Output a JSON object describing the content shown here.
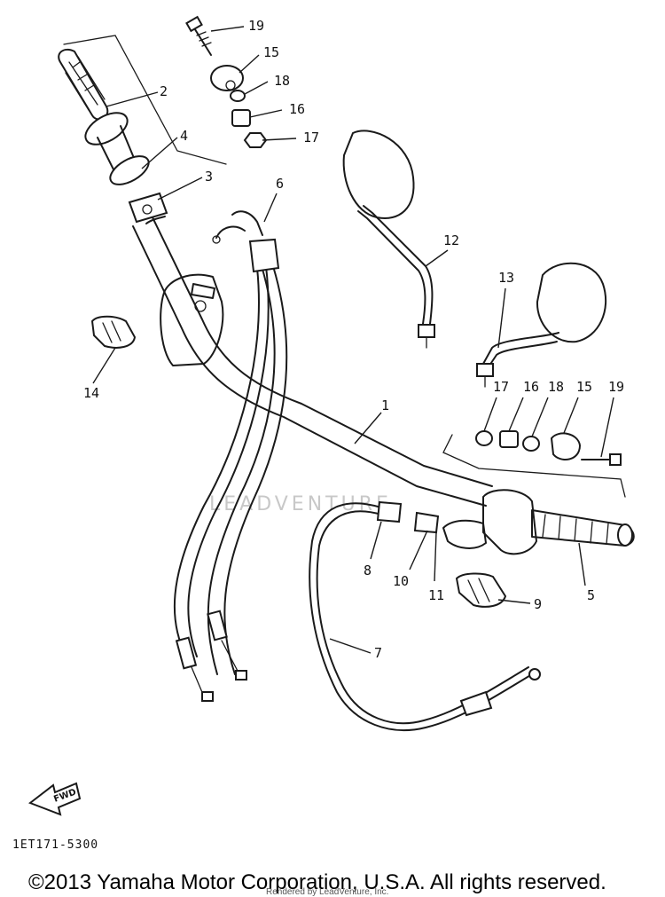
{
  "callouts": [
    {
      "id": "c1",
      "label": "1"
    },
    {
      "id": "c2",
      "label": "2"
    },
    {
      "id": "c3",
      "label": "3"
    },
    {
      "id": "c4",
      "label": "4"
    },
    {
      "id": "c5",
      "label": "5"
    },
    {
      "id": "c6",
      "label": "6"
    },
    {
      "id": "c7",
      "label": "7"
    },
    {
      "id": "c8",
      "label": "8"
    },
    {
      "id": "c9",
      "label": "9"
    },
    {
      "id": "c10",
      "label": "10"
    },
    {
      "id": "c11",
      "label": "11"
    },
    {
      "id": "c12",
      "label": "12"
    },
    {
      "id": "c13",
      "label": "13"
    },
    {
      "id": "c14",
      "label": "14"
    },
    {
      "id": "c15a",
      "label": "15"
    },
    {
      "id": "c16a",
      "label": "16"
    },
    {
      "id": "c17a",
      "label": "17"
    },
    {
      "id": "c18a",
      "label": "18"
    },
    {
      "id": "c19a",
      "label": "19"
    },
    {
      "id": "c15b",
      "label": "15"
    },
    {
      "id": "c16b",
      "label": "16"
    },
    {
      "id": "c17b",
      "label": "17"
    },
    {
      "id": "c18b",
      "label": "18"
    },
    {
      "id": "c19b",
      "label": "19"
    }
  ],
  "direction_badge": "FWD",
  "reference_code": "1ET171-5300",
  "watermark": "LEADVENTURE",
  "copyright": "©2013 Yamaha Motor Corporation, U.S.A. All rights reserved.",
  "rendered_by": "Rendered by LeadVenture, Inc."
}
